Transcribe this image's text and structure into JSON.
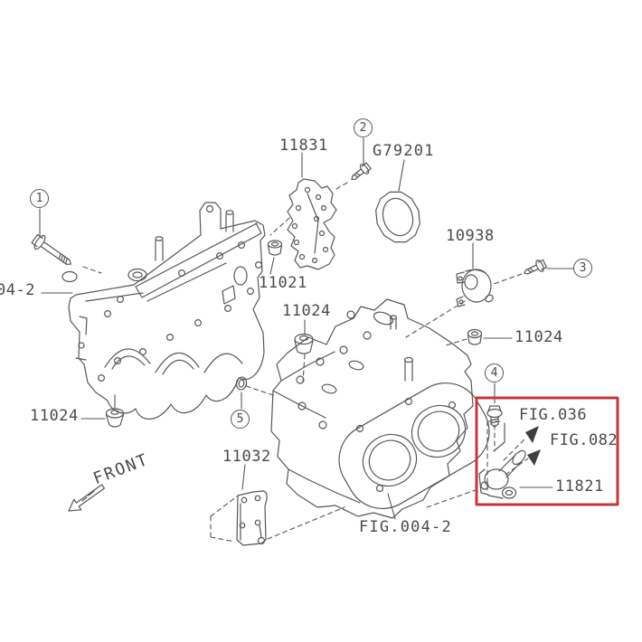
{
  "diagram": {
    "labels": {
      "l11831": "11831",
      "g79201": "G79201",
      "l10938": "10938",
      "l11021": "11021",
      "l11024_right": "11024",
      "l11024_mid": "11024",
      "l11024_left": "11024",
      "fig004_left": "04-2",
      "l11032": "11032",
      "fig004_bottom": "FIG.004-2",
      "fig036": "FIG.036",
      "fig082": "FIG.082",
      "l11821": "11821",
      "front": "FRONT"
    },
    "callouts": {
      "c1": "1",
      "c2": "2",
      "c3": "3",
      "c4": "4",
      "c5": "5"
    },
    "colors": {
      "line": "#575757",
      "text": "#4a4a4a",
      "highlight": "#c5373c"
    }
  }
}
